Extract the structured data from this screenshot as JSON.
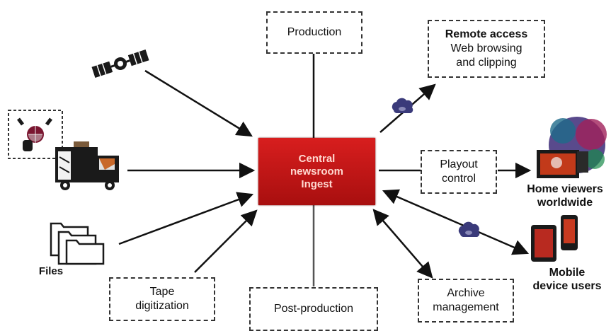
{
  "central": {
    "lines": [
      "Central",
      "newsroom",
      "Ingest"
    ]
  },
  "production": {
    "label": "Production"
  },
  "remote_access": {
    "title": "Remote access",
    "lines": [
      "Web browsing",
      "and clipping"
    ]
  },
  "playout": {
    "lines": [
      "Playout",
      "control"
    ]
  },
  "home_viewers": {
    "lines": [
      "Home viewers",
      "worldwide"
    ]
  },
  "mobile_users": {
    "lines": [
      "Mobile",
      "device users"
    ]
  },
  "archive": {
    "lines": [
      "Archive",
      "management"
    ]
  },
  "post_production": {
    "label": "Post-production"
  },
  "tape": {
    "lines": [
      "Tape",
      "digitization"
    ]
  },
  "files": {
    "label": "Files"
  },
  "colors": {
    "central_red": "#c41414",
    "arrow": "#111111",
    "cloud": "#3a3a7a"
  },
  "icons": [
    "satellite-icon",
    "satellite-dish-icon",
    "broadcast-truck-icon",
    "files-icon",
    "cloud-icon",
    "television-icon",
    "mobile-devices-icon"
  ]
}
